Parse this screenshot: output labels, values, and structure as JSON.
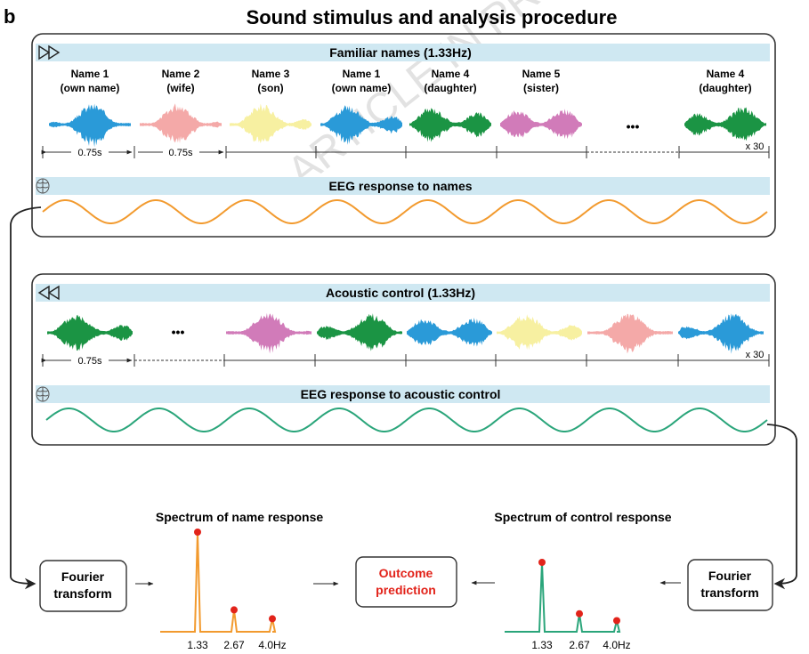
{
  "panel_letter": "b",
  "title": "Sound stimulus and analysis procedure",
  "familiar": {
    "header": "Familiar names (1.33Hz)",
    "icon": "fast-forward-icon",
    "names": [
      {
        "line1": "Name 1",
        "line2": "(own name)",
        "color": "#2a9ad8"
      },
      {
        "line1": "Name 2",
        "line2": "(wife)",
        "color": "#f4a9a8"
      },
      {
        "line1": "Name 3",
        "line2": "(son)",
        "color": "#f7f0a1"
      },
      {
        "line1": "Name 1",
        "line2": "(own name)",
        "color": "#2a9ad8"
      },
      {
        "line1": "Name 4",
        "line2": "(daughter)",
        "color": "#1b9444"
      },
      {
        "line1": "Name 5",
        "line2": "(sister)",
        "color": "#d17bb9"
      },
      {
        "line1": "Name 4",
        "line2": "(daughter)",
        "color": "#1b9444"
      }
    ],
    "ellipsis": "•••",
    "duration_1": "0.75s",
    "duration_2": "0.75s",
    "repeat": "x 30",
    "eeg_header": "EEG response to names",
    "eeg_icon": "brain-icon",
    "eeg_color": "#f29a2e"
  },
  "acoustic": {
    "header": "Acoustic control (1.33Hz)",
    "icon": "rewind-icon",
    "waves": [
      {
        "color": "#1b9444"
      },
      {
        "color": "#d17bb9"
      },
      {
        "color": "#1b9444"
      },
      {
        "color": "#2a9ad8"
      },
      {
        "color": "#f7f0a1"
      },
      {
        "color": "#f4a9a8"
      },
      {
        "color": "#2a9ad8"
      }
    ],
    "ellipsis": "•••",
    "duration": "0.75s",
    "repeat": "x 30",
    "eeg_header": "EEG response to acoustic control",
    "eeg_icon": "brain-icon",
    "eeg_color": "#2aa57a"
  },
  "analysis": {
    "fourier_left_1": "Fourier",
    "fourier_left_2": "transform",
    "fourier_right_1": "Fourier",
    "fourier_right_2": "transform",
    "outcome_1": "Outcome",
    "outcome_2": "prediction",
    "outcome_color": "#e2231a",
    "spectrum_name_title": "Spectrum of name response",
    "spectrum_control_title": "Spectrum of control response",
    "peak_color": "#e2231a"
  },
  "chart_data": [
    {
      "type": "line",
      "title": "Spectrum of name response",
      "x": [
        1.33,
        2.67,
        4.0
      ],
      "x_tick_labels": [
        "1.33",
        "2.67",
        "4.0Hz"
      ],
      "y_relative": [
        1.0,
        0.22,
        0.13
      ],
      "color": "#f29a2e"
    },
    {
      "type": "line",
      "title": "Spectrum of control response",
      "x": [
        1.33,
        2.67,
        4.0
      ],
      "x_tick_labels": [
        "1.33",
        "2.67",
        "4.0Hz"
      ],
      "y_relative": [
        1.0,
        0.26,
        0.16
      ],
      "color": "#2aa57a"
    }
  ],
  "watermark": "ARTICLE IN PRESS"
}
